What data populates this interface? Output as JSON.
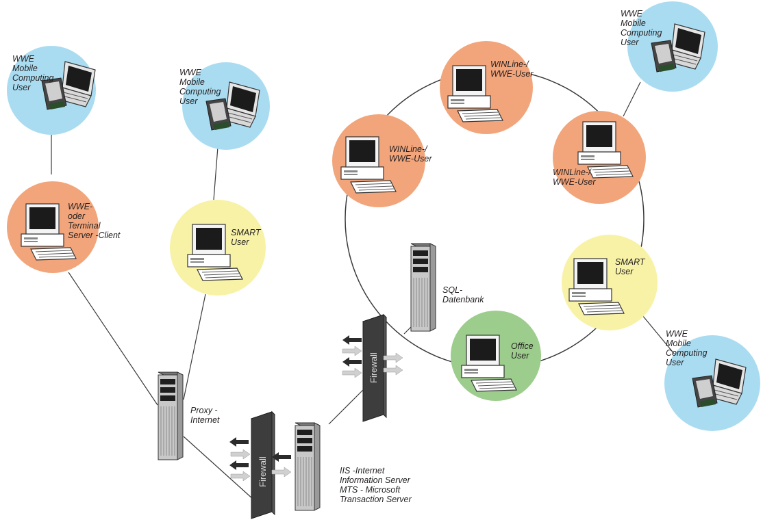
{
  "colors": {
    "mobile_circle": "#aadcf1",
    "winline_circle": "#f2a57b",
    "smart_circle": "#f8f2a7",
    "office_circle": "#9ccd8c",
    "line": "#3a3a3a"
  },
  "nodes": {
    "mobile_topleft": [
      "WWE",
      "Mobile",
      "Computing",
      "User"
    ],
    "mobile_mid": [
      "WWE",
      "Mobile",
      "Computing",
      "User"
    ],
    "mobile_topright": [
      "WWE",
      "Mobile",
      "Computing",
      "User"
    ],
    "mobile_right": [
      "WWE",
      "Mobile",
      "Computing",
      "User"
    ],
    "terminal_client": [
      "WWE-",
      "oder",
      "Terminal",
      "Server -Client"
    ],
    "smart_left": [
      "SMART",
      "User"
    ],
    "smart_right": [
      "SMART",
      "User"
    ],
    "winline_top": [
      "WINLine-/",
      "WWE-User"
    ],
    "winline_left": [
      "WINLine-/",
      "WWE-User"
    ],
    "winline_right": [
      "WINLine-/",
      "WWE-User"
    ],
    "office": [
      "Office",
      "User"
    ],
    "sql": [
      "SQL-",
      "Datenbank"
    ],
    "proxy": [
      "Proxy -",
      "Internet"
    ],
    "iis": [
      "IIS -Internet",
      "Information Server",
      "MTS - Microsoft",
      "Transaction Server"
    ],
    "firewall_label": "Firewall"
  }
}
